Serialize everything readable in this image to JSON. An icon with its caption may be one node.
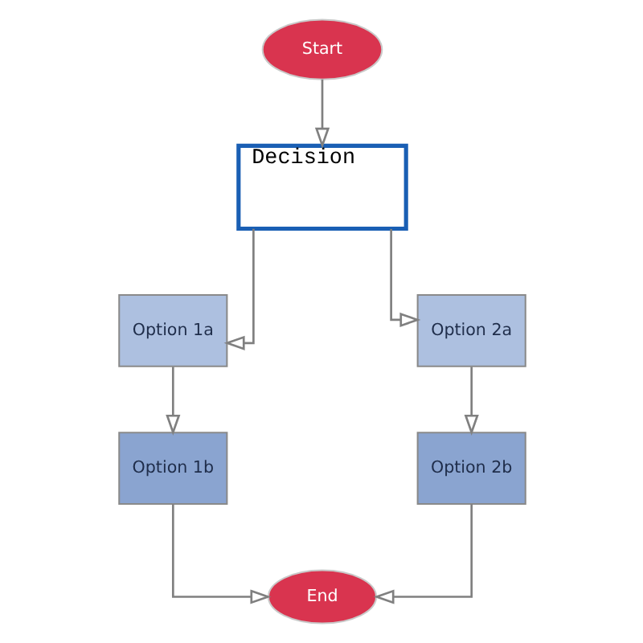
{
  "diagram": {
    "nodes": [
      {
        "text": [
          "Start"
        ]
      },
      {
        "text": [
          "Decision"
        ]
      },
      {
        "text": [
          "Option 1a"
        ]
      },
      {
        "text": [
          "Option 2a"
        ]
      },
      {
        "text": [
          "Option 1b"
        ]
      },
      {
        "text": [
          "Option 2b"
        ]
      },
      {
        "text": [
          "End"
        ]
      }
    ],
    "edges": [
      {
        "from": 0,
        "to": 1,
        "arrow": "to"
      },
      {
        "from": 1,
        "to": 2,
        "arrow": "to"
      },
      {
        "from": 1,
        "to": 3,
        "arrow": "to"
      },
      {
        "from": 2,
        "to": 4,
        "arrow": "to"
      },
      {
        "from": 3,
        "to": 5,
        "arrow": "to"
      },
      {
        "from": 4,
        "to": 6,
        "arrow": "to"
      },
      {
        "from": 5,
        "to": 6,
        "arrow": "to"
      }
    ]
  }
}
